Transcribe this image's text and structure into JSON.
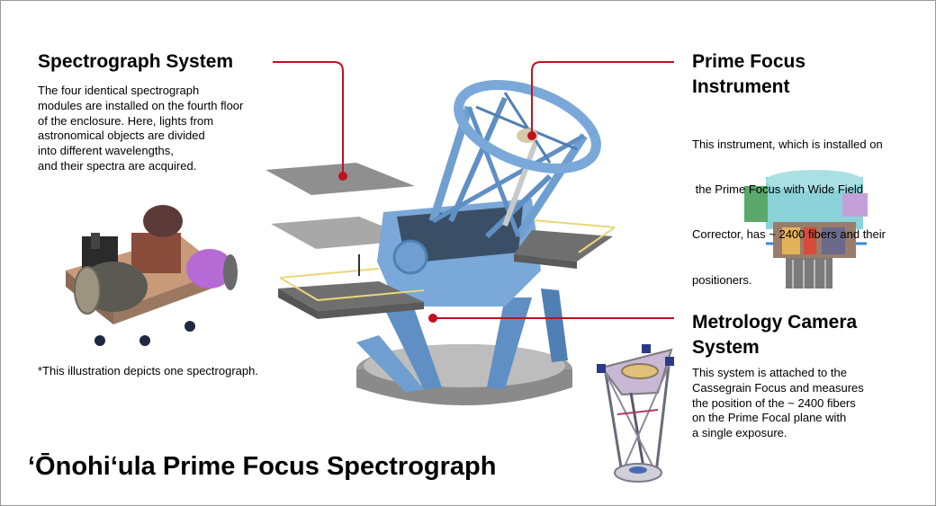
{
  "main_title": "‘Ōnohi‘ula Prime Focus Spectrograph",
  "spectrograph": {
    "heading": "Spectrograph System",
    "lines": [
      "The four identical spectrograph",
      "modules are installed on the fourth floor",
      "of the enclosure. Here, lights from",
      "astronomical objects are divided",
      "into different wavelengths,",
      "and their spectra are acquired."
    ],
    "footnote": "*This illustration depicts one spectrograph."
  },
  "prime_focus": {
    "heading_lines": [
      "Prime Focus",
      "Instrument"
    ],
    "lines": [
      "This instrument, which is installed on",
      " the Prime Focus with Wide Field",
      "Corrector, has ~ 2400 fibers and their",
      "positioners."
    ]
  },
  "metrology": {
    "heading_lines": [
      "Metrology Camera",
      "System"
    ],
    "lines": [
      "This system is attached to the",
      "Cassegrain Focus and measures",
      "the position of the ~ 2400 fibers",
      "on the Prime Focal plane with",
      "a single exposure."
    ]
  },
  "colors": {
    "leader_line": "#c0111f",
    "telescope_blue": "#6f9fd0",
    "platform_gray": "#707070",
    "floor_gray": "#b9b9b9",
    "railing_yellow": "#e9d77a",
    "purple_camera": "#b56ad6"
  },
  "icons": [
    "telescope-illustration",
    "spectrograph-illustration",
    "prime-focus-instrument-illustration",
    "metrology-camera-illustration"
  ]
}
